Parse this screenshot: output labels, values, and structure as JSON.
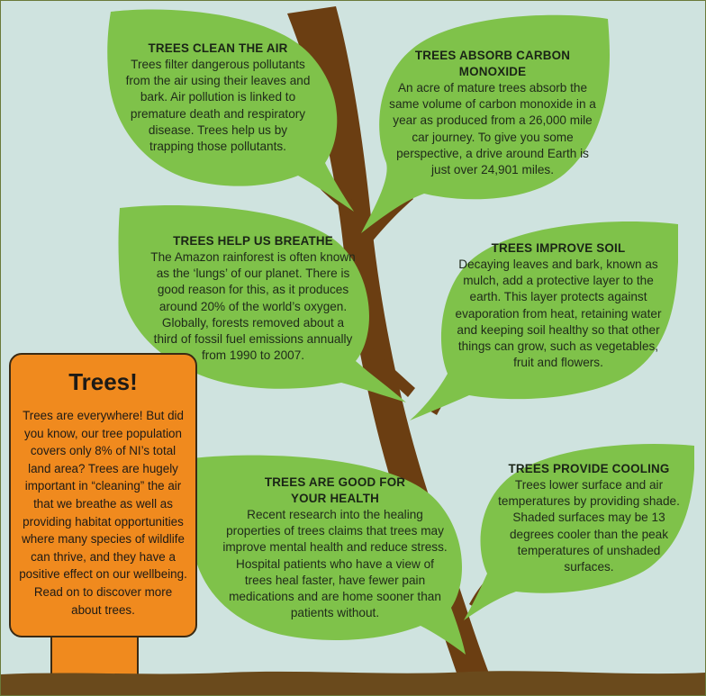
{
  "leaves": {
    "clean_air": {
      "title": "TREES CLEAN THE AIR",
      "body": "Trees filter dangerous pollutants from the air using their leaves and bark. Air pollution is linked to premature death and respiratory disease. Trees help us by trapping those pollutants."
    },
    "carbon": {
      "title": "TREES ABSORB CARBON MONOXIDE",
      "body": "An acre of mature trees absorb the same volume of carbon monoxide in a year as produced from a 26,000 mile car journey. To give you some perspective, a drive around Earth is just over 24,901 miles."
    },
    "breathe": {
      "title": "TREES HELP US BREATHE",
      "body": "The Amazon rainforest is often known as the ‘lungs’ of our planet. There is good reason for this, as it produces around 20% of the world’s oxygen. Globally, forests removed about a third of fossil fuel emissions annually from 1990 to 2007."
    },
    "soil": {
      "title": "TREES IMPROVE SOIL",
      "body": "Decaying leaves and bark, known as mulch, add a protective layer to the earth. This layer protects against evaporation from heat, retaining water and keeping soil healthy so that other things can grow, such as vegetables, fruit and flowers."
    },
    "health": {
      "title": "TREES ARE GOOD FOR YOUR HEALTH",
      "body": "Recent research into the healing properties of trees claims that trees may improve mental health and reduce stress. Hospital patients who have a view of trees heal faster, have fewer pain medications and are home sooner than patients without."
    },
    "cooling": {
      "title": "TREES PROVIDE COOLING",
      "body": "Trees lower surface and air temperatures by providing shade. Shaded surfaces may be 13 degrees cooler than the peak temperatures of unshaded surfaces."
    }
  },
  "sign": {
    "title": "Trees!",
    "body": "Trees are everywhere! But did you know, our tree population covers only 8% of NI’s total land area? Trees are hugely important in “cleaning” the air that we breathe as well as providing habitat opportunities where many species of wildlife can thrive, and they have a positive effect on our wellbeing. Read on to discover more about trees."
  },
  "colors": {
    "sky": "#cfe3df",
    "leaf": "#7fc24a",
    "trunk": "#6b3e12",
    "ground": "#6a4a1c",
    "sign": "#f08a1e"
  }
}
